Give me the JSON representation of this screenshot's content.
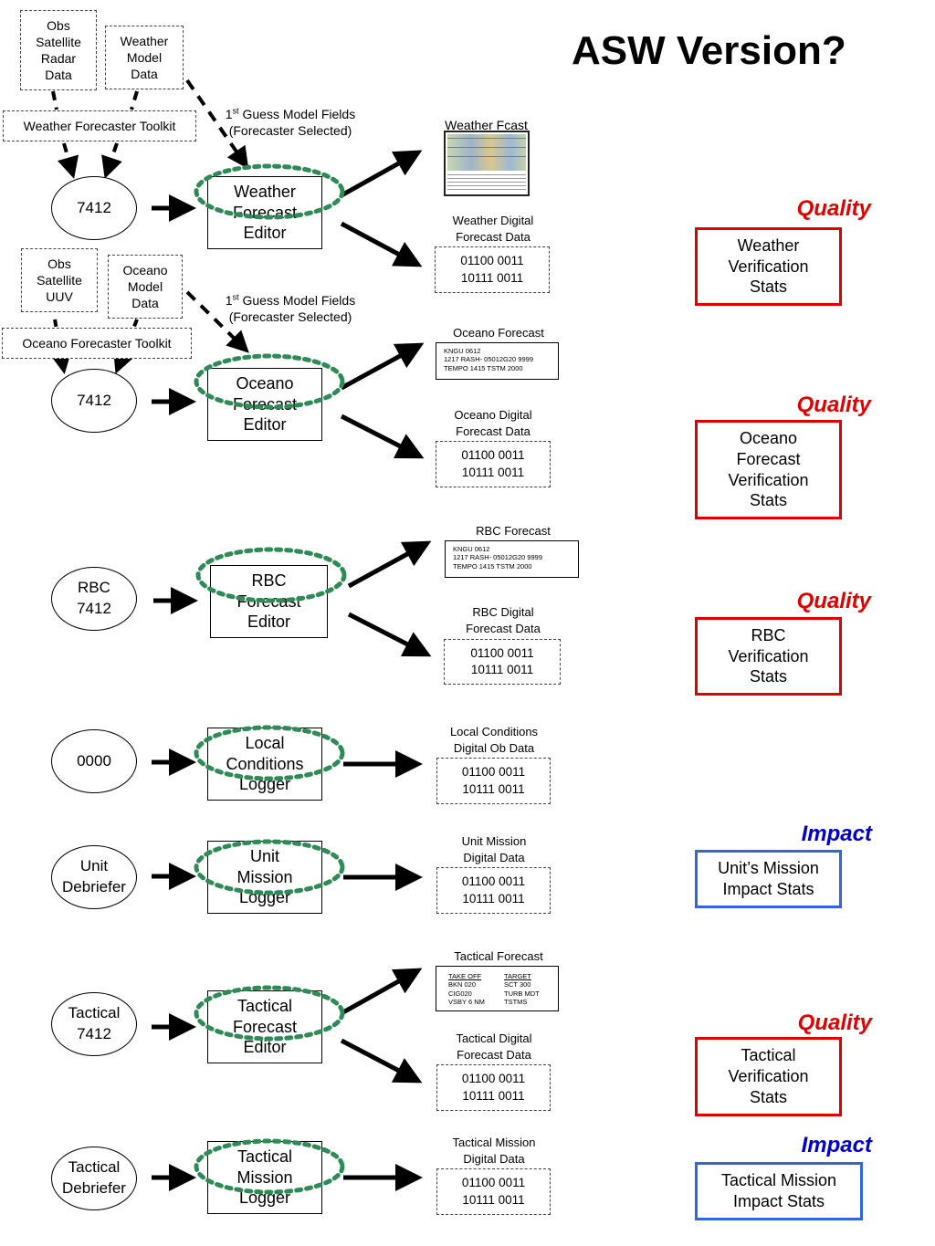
{
  "title": "ASW Version?",
  "inputs": {
    "obs_weather": "Obs\nSatellite\nRadar\nData",
    "weather_model": "Weather\nModel\nData",
    "weather_toolkit": "Weather Forecaster Toolkit",
    "obs_oceano": "Obs\nSatellite\nUUV",
    "oceano_model": "Oceano\nModel\nData",
    "oceano_toolkit": "Oceano Forecaster Toolkit",
    "first_guess_1": "1st Guess Model Fields\n(Forecaster Selected)",
    "first_guess_2": "1st Guess Model Fields\n(Forecaster Selected)"
  },
  "sources": [
    "7412",
    "7412",
    "RBC\n7412",
    "0000",
    "Unit\nDebriefer",
    "Tactical\n7412",
    "Tactical\nDebriefer"
  ],
  "editors": [
    "Weather\nForecast\nEditor",
    "Oceano\nForecast\nEditor",
    "RBC\nForecast\nEditor",
    "Local\nConditions\nLogger",
    "Unit\nMission\nLogger",
    "Tactical\nForecast\nEditor",
    "Tactical\nMission\nLogger"
  ],
  "product_labels": {
    "weather_fcast": "Weather Fcast",
    "weather_digital": "Weather Digital\nForecast Data",
    "oceano_forecast": "Oceano Forecast",
    "oceano_digital": "Oceano Digital\nForecast Data",
    "rbc_forecast": "RBC Forecast",
    "rbc_digital": "RBC Digital\nForecast Data",
    "local_ob": "Local Conditions\nDigital Ob Data",
    "unit_mission": "Unit Mission\nDigital Data",
    "tactical_forecast": "Tactical Forecast",
    "tactical_digital": "Tactical Digital\nForecast Data",
    "tactical_mission": "Tactical Mission\nDigital Data"
  },
  "binary_data": "01100 0011\n10111 0011",
  "taf_text": "KNGU 0612\n1217 RASH- 05012G20  9999\nTEMPO 1415 TSTM 2000",
  "tactical_table": {
    "col1_header": "TAKE OFF",
    "col1": "BKN 020\nCIG020\nVSBY 6 NM",
    "col2_header": "TARGET",
    "col2": "SCT 300\nTURB MDT\nTSTMS"
  },
  "metrics": [
    {
      "label": "Quality",
      "stats": "Weather\nVerification\nStats",
      "color": "#e00000"
    },
    {
      "label": "Quality",
      "stats": "Oceano\nForecast\nVerification\nStats",
      "color": "#e00000"
    },
    {
      "label": "Quality",
      "stats": "RBC\nVerification\nStats",
      "color": "#e00000"
    },
    {
      "label": "Impact",
      "stats": "Unit’s Mission\nImpact Stats",
      "color": "#0000cc"
    },
    {
      "label": "Quality",
      "stats": "Tactical\nVerification\nStats",
      "color": "#e00000"
    },
    {
      "label": "Impact",
      "stats": "Tactical Mission\nImpact Stats",
      "color": "#0000cc"
    }
  ]
}
